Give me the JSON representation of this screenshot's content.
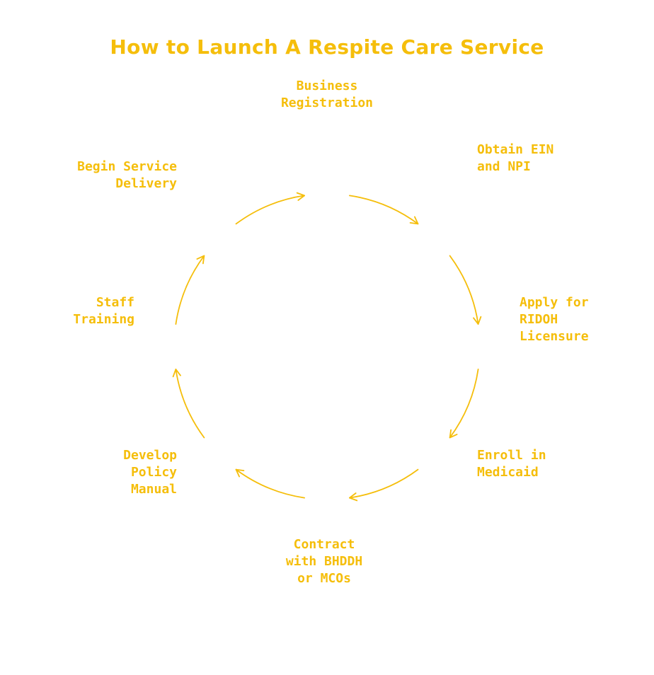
{
  "title": "How to Launch A Respite Care Service",
  "accent_color": "#F5BE0B",
  "steps": [
    {
      "id": "business",
      "label": "Business\nRegistration"
    },
    {
      "id": "ein",
      "label": "Obtain EIN\nand NPI"
    },
    {
      "id": "ridoh",
      "label": "Apply for\nRIDOH\nLicensure"
    },
    {
      "id": "medicaid",
      "label": "Enroll in\nMedicaid"
    },
    {
      "id": "contract",
      "label": "Contract\nwith BHDDH\nor MCOs"
    },
    {
      "id": "policy",
      "label": "Develop\nPolicy\nManual"
    },
    {
      "id": "training",
      "label": "Staff\nTraining"
    },
    {
      "id": "begin",
      "label": "Begin Service\nDelivery"
    }
  ]
}
